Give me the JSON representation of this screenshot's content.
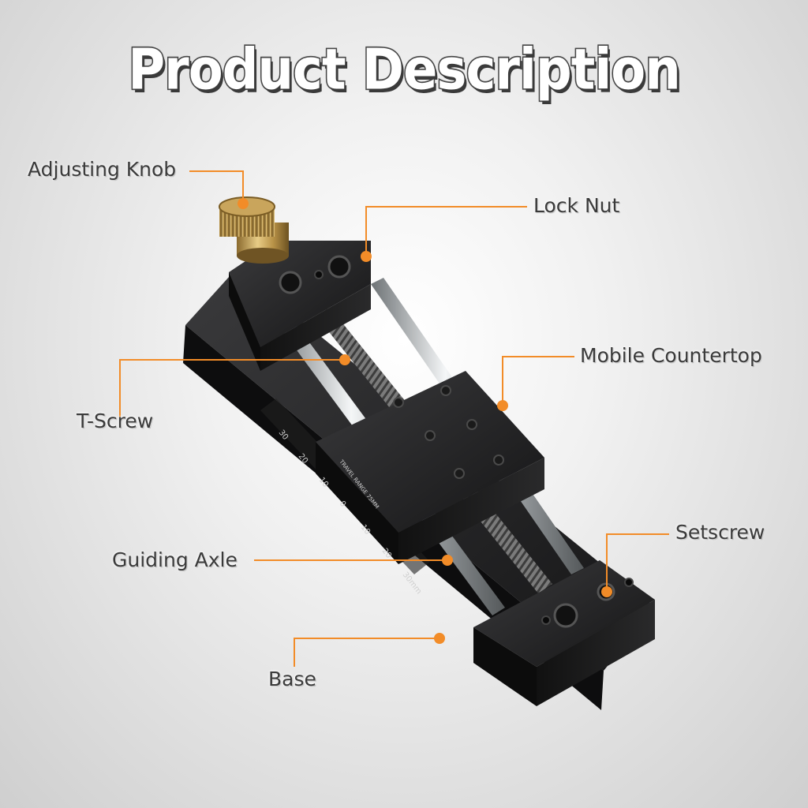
{
  "title": "Product Description",
  "accent_color": "#f28c28",
  "labels": {
    "adjusting_knob": "Adjusting Knob",
    "lock_nut": "Lock Nut",
    "mobile_countertop": "Mobile Countertop",
    "t_screw": "T-Screw",
    "setscrew": "Setscrew",
    "guiding_axle": "Guiding Axle",
    "base": "Base"
  },
  "scale_ticks": [
    "30",
    "20",
    "10",
    "0",
    "10",
    "20",
    "30mm"
  ],
  "scale_caption": "TRAVEL RANGE 75MM"
}
